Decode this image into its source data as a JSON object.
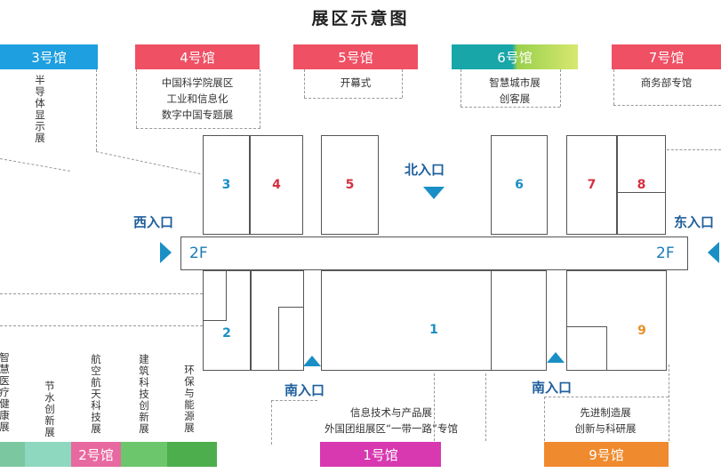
{
  "title": "展区示意图",
  "colors": {
    "blue": "#1e9fe0",
    "red": "#ef5064",
    "teal": "#18a6a8",
    "green": "#5cb85c",
    "pink": "#e868a0",
    "magenta": "#d838b0",
    "orange": "#f08a2e",
    "num_blue": "#1a8fc5",
    "num_red": "#d43040",
    "num_orange": "#e8902a",
    "entrance": "#1f5f9c"
  },
  "halls_top": [
    {
      "label": "3号馆",
      "color": "#1e9fe0"
    },
    {
      "label": "4号馆",
      "color": "#ef5064"
    },
    {
      "label": "5号馆",
      "color": "#ef5064"
    },
    {
      "label": "6号馆",
      "color": "#18a6a8"
    },
    {
      "label": "7号馆",
      "color": "#ef5064"
    }
  ],
  "hall3_desc": "半导体显示展",
  "hall4_desc": [
    "中国科学院展区",
    "工业和信息化",
    "数字中国专题展"
  ],
  "hall5_desc": "开幕式",
  "hall6_desc": [
    "智慧城市展",
    "创客展"
  ],
  "hall7_desc": "商务部专馆",
  "blocks_top": [
    "3",
    "4",
    "5",
    "6",
    "7",
    "8"
  ],
  "blocks_bottom": [
    "2",
    "1",
    "9"
  ],
  "floor": "2F",
  "entrances": {
    "north": "北入口",
    "west": "西入口",
    "east": "东入口",
    "south_left": "南入口",
    "south_right": "南入口"
  },
  "hall2_desc": [
    "智慧医疗健康展",
    "节水创新展",
    "航空航天科技展",
    "建筑科技创新展",
    "环保与能源展"
  ],
  "hall1_desc": [
    "信息技术与产品展",
    "外国团组展区“一带一路”专馆"
  ],
  "hall9_desc": [
    "先进制造展",
    "创新与科研展"
  ],
  "halls_bottom": [
    {
      "label": "2号馆",
      "color": "#e868a0"
    },
    {
      "label": "1号馆",
      "color": "#d838b0"
    },
    {
      "label": "9号馆",
      "color": "#f08a2e"
    }
  ]
}
